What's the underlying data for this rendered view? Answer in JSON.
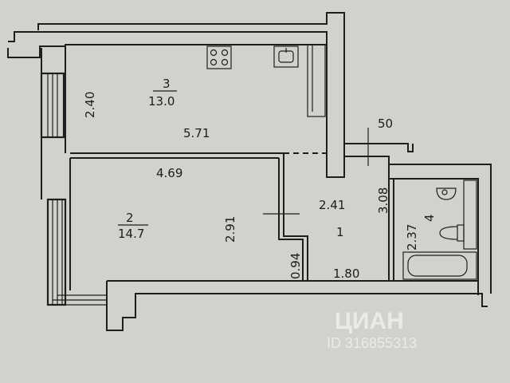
{
  "rooms": {
    "kitchen": {
      "number": "3",
      "area": "13.0",
      "length": "5.71",
      "width": "2.40"
    },
    "living": {
      "number": "2",
      "area": "14.7",
      "length": "4.69",
      "width": "2.91"
    },
    "hall": {
      "number": "1",
      "length": "2.41",
      "width": "1.80",
      "offset": "0.94",
      "side": "3.08"
    },
    "bath": {
      "number": "4",
      "width": "2.37"
    }
  },
  "balcony_label": "50",
  "watermark": {
    "brand": "ЦИАН",
    "id": "ID 316855313"
  }
}
